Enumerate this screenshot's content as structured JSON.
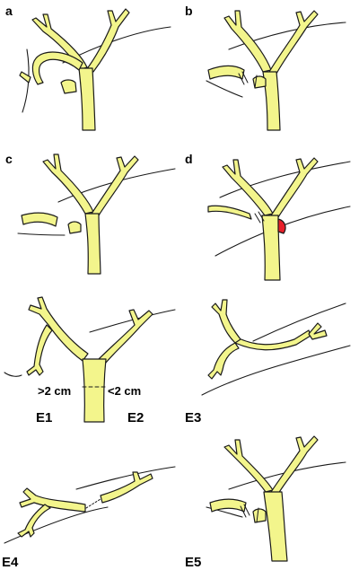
{
  "colors": {
    "duct": "#f3f58c",
    "outline": "#1a1a1a",
    "injury": "#e8202a"
  },
  "panels": [
    {
      "id": "a",
      "label": "a"
    },
    {
      "id": "b",
      "label": "b"
    },
    {
      "id": "c",
      "label": "c"
    },
    {
      "id": "d",
      "label": "d"
    }
  ],
  "strasberg": {
    "e1": "E1",
    "e2": "E2",
    "e3": "E3",
    "e4": "E4",
    "e5": "E5",
    "gt2cm": ">2 cm",
    "lt2cm": "<2 cm"
  }
}
